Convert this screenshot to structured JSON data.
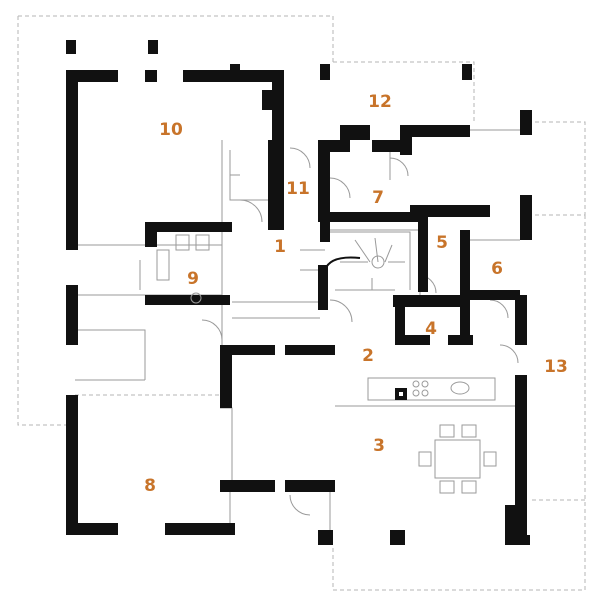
{
  "colors": {
    "accent": "#c8742a",
    "wall": "#111111",
    "thin_line": "#9a9a9a",
    "dashed_line": "#b5b5b5"
  },
  "rooms": [
    {
      "id": "room-1",
      "label": "1"
    },
    {
      "id": "room-2",
      "label": "2"
    },
    {
      "id": "room-3",
      "label": "3"
    },
    {
      "id": "room-4",
      "label": "4"
    },
    {
      "id": "room-5",
      "label": "5"
    },
    {
      "id": "room-6",
      "label": "6"
    },
    {
      "id": "room-7",
      "label": "7"
    },
    {
      "id": "room-8",
      "label": "8"
    },
    {
      "id": "room-9",
      "label": "9"
    },
    {
      "id": "room-10",
      "label": "10"
    },
    {
      "id": "room-11",
      "label": "11"
    },
    {
      "id": "room-12",
      "label": "12"
    },
    {
      "id": "room-13",
      "label": "13"
    }
  ],
  "furniture": [
    "dining-table-icon",
    "kitchen-counter-icon",
    "stove-icon",
    "sink-icon",
    "toilet-icon",
    "washbasin-icon",
    "spiral-staircase-icon",
    "door-swing-icon"
  ]
}
